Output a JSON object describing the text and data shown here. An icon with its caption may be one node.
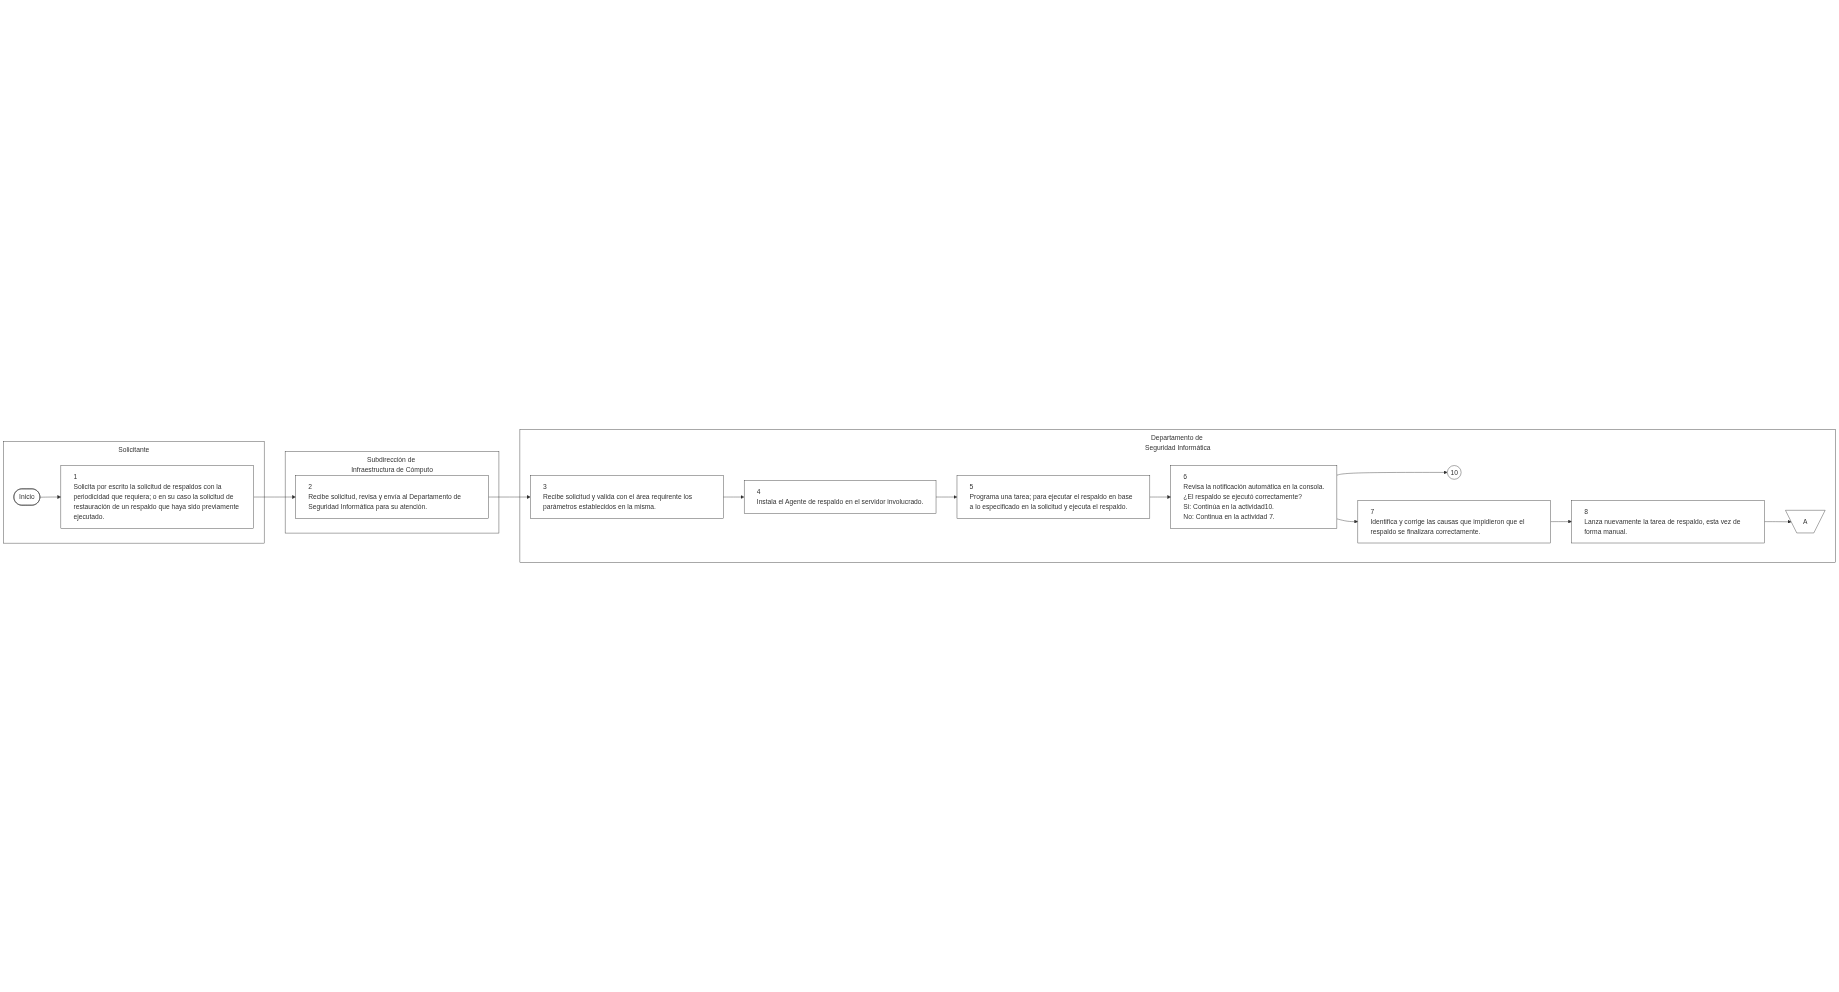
{
  "diagram": {
    "nodes": [
      {
        "text": [
          "Solicitante"
        ]
      },
      {
        "text": [
          "Subdirección de Infraestructura de Cómputo"
        ]
      },
      {
        "text": [
          "Departamento de Seguridad Informática"
        ]
      },
      {
        "text": [
          "Inicio"
        ],
        "in": 0
      },
      {
        "text": [
          "1",
          "Solicita por escrito la solicitud de respaldos con la periodicidad que requiera; o en su caso la solicitud de restauración de un respaldo que haya sido previamente ejecutado."
        ],
        "in": 0
      },
      {
        "text": [
          "2",
          "Recibe solicitud, revisa y envía al Departamento de Seguridad Informática para su atención."
        ],
        "in": 1
      },
      {
        "text": [
          "3",
          "Recibe solicitud y valida con el área requirente los parámetros establecidos en la misma."
        ],
        "in": 2
      },
      {
        "text": [
          "4",
          "Instala el Agente de respaldo en el servidor involucrado."
        ],
        "in": 2
      },
      {
        "text": [
          "5",
          "Programa una tarea; para ejecutar el respaldo en base a lo especificado en la solicitud y ejecuta el respaldo."
        ],
        "in": 2
      },
      {
        "text": [
          "6",
          "Revisa la notificación automática en la consola.",
          "¿El respaldo se ejecutó correctamente?",
          "Si: Continúa en la actividad10.",
          "No: Continua en la actividad 7."
        ],
        "in": 2
      },
      {
        "text": [
          "10"
        ],
        "in": 2
      },
      {
        "text": [
          "7",
          "Identifica y corrige las causas que impidieron que el respaldo se finalizara correctamente."
        ],
        "in": 2
      },
      {
        "text": [
          "8",
          "Lanza nuevamente la tarea de respaldo, esta vez de forma manual."
        ],
        "in": 2
      },
      {
        "text": [
          "A"
        ],
        "in": 2
      }
    ],
    "edges": [
      {
        "from": 3,
        "to": 4,
        "arrow": "to"
      },
      {
        "from": 4,
        "to": 5,
        "arrow": "to"
      },
      {
        "from": 5,
        "to": 6,
        "arrow": "to"
      },
      {
        "from": 6,
        "to": 7,
        "arrow": "to"
      },
      {
        "from": 7,
        "to": 8,
        "arrow": "to"
      },
      {
        "from": 8,
        "to": 9,
        "arrow": "to"
      },
      {
        "from": 9,
        "to": 10,
        "arrow": "to"
      },
      {
        "from": 9,
        "to": 11,
        "arrow": "to"
      },
      {
        "from": 11,
        "to": 12,
        "arrow": "to"
      },
      {
        "from": 12,
        "to": 13,
        "arrow": "to"
      }
    ]
  }
}
